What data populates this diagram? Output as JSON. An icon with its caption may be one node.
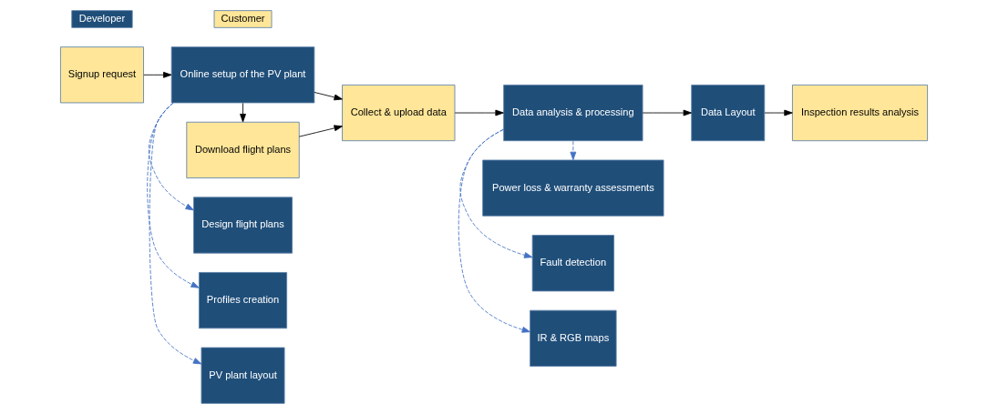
{
  "diagram": {
    "nodes": [
      {
        "text": [
          "PV plant layout"
        ]
      },
      {
        "text": [
          "Profiles creation"
        ]
      },
      {
        "text": [
          "Design flight plans"
        ]
      },
      {
        "text": [
          "Signup request"
        ]
      },
      {
        "text": [
          "Online setup of the PV plant"
        ]
      },
      {
        "text": [
          "Collect & upload data"
        ]
      },
      {
        "text": [
          "Data analysis & processing"
        ]
      },
      {
        "text": [
          "Data Layout"
        ]
      },
      {
        "text": [
          "Inspection results analysis"
        ]
      },
      {
        "text": [
          "Download flight plans"
        ]
      },
      {
        "text": [
          "IR & RGB maps"
        ]
      },
      {
        "text": [
          "Fault detection"
        ]
      },
      {
        "text": [
          "Power loss & warranty assessments"
        ]
      }
    ],
    "edges": [
      {
        "from": 4,
        "to": 0,
        "arrow": "to",
        "style": "dashed",
        "color": "#4472c4"
      },
      {
        "from": 4,
        "to": 1,
        "arrow": "to",
        "style": "dashed",
        "color": "#4472c4"
      },
      {
        "from": 4,
        "to": 2,
        "arrow": "to",
        "style": "dashed",
        "color": "#4472c4"
      },
      {
        "from": 3,
        "to": 4,
        "arrow": "to"
      },
      {
        "from": 4,
        "to": 5,
        "arrow": "to"
      },
      {
        "from": 5,
        "to": 6,
        "arrow": "to"
      },
      {
        "from": 6,
        "to": 7,
        "arrow": "to"
      },
      {
        "from": 7,
        "to": 8,
        "arrow": "to"
      },
      {
        "from": 4,
        "to": 9,
        "arrow": "to"
      },
      {
        "from": 9,
        "to": 5,
        "arrow": "to"
      },
      {
        "from": 6,
        "to": 10,
        "arrow": "to",
        "style": "dashed",
        "color": "#4472c4"
      },
      {
        "from": 6,
        "to": 11,
        "arrow": "to",
        "style": "dashed",
        "color": "#4472c4"
      },
      {
        "from": 6,
        "to": 12,
        "arrow": "to",
        "style": "dashed",
        "color": "#4472c4"
      }
    ],
    "legend": [
      {
        "text": "Developer",
        "color": "#1f4e79"
      },
      {
        "text": "Customer",
        "color": "#ffe699"
      }
    ]
  }
}
